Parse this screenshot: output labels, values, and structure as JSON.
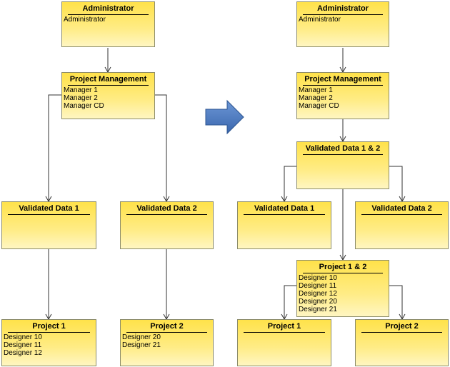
{
  "diagram": {
    "left": {
      "administrator": {
        "title": "Administrator",
        "items": [
          "Administrator"
        ]
      },
      "project_management": {
        "title": "Project Management",
        "items": [
          "Manager 1",
          "Manager 2",
          "Manager CD"
        ]
      },
      "validated_data_1": {
        "title": "Validated Data 1",
        "items": []
      },
      "validated_data_2": {
        "title": "Validated Data 2",
        "items": []
      },
      "project_1": {
        "title": "Project 1",
        "items": [
          "Designer 10",
          "Designer 11",
          "Designer 12"
        ]
      },
      "project_2": {
        "title": "Project 2",
        "items": [
          "Designer 20",
          "Designer 21"
        ]
      }
    },
    "right": {
      "administrator": {
        "title": "Administrator",
        "items": [
          "Administrator"
        ]
      },
      "project_management": {
        "title": "Project Management",
        "items": [
          "Manager 1",
          "Manager 2",
          "Manager CD"
        ]
      },
      "validated_data_1_2": {
        "title": "Validated Data 1 & 2",
        "items": []
      },
      "validated_data_1": {
        "title": "Validated Data 1",
        "items": []
      },
      "validated_data_2": {
        "title": "Validated Data 2",
        "items": []
      },
      "project_1_2": {
        "title": "Project 1 & 2",
        "items": [
          "Designer 10",
          "Designer 11",
          "Designer 12",
          "Designer 20",
          "Designer 21"
        ]
      },
      "project_1": {
        "title": "Project 1",
        "items": []
      },
      "project_2": {
        "title": "Project 2",
        "items": []
      }
    },
    "colors": {
      "node_fill_top": "#ffe24a",
      "node_fill_bottom": "#fff6c2",
      "arrow_blue": "#4a78bf",
      "connector": "#333333"
    }
  }
}
